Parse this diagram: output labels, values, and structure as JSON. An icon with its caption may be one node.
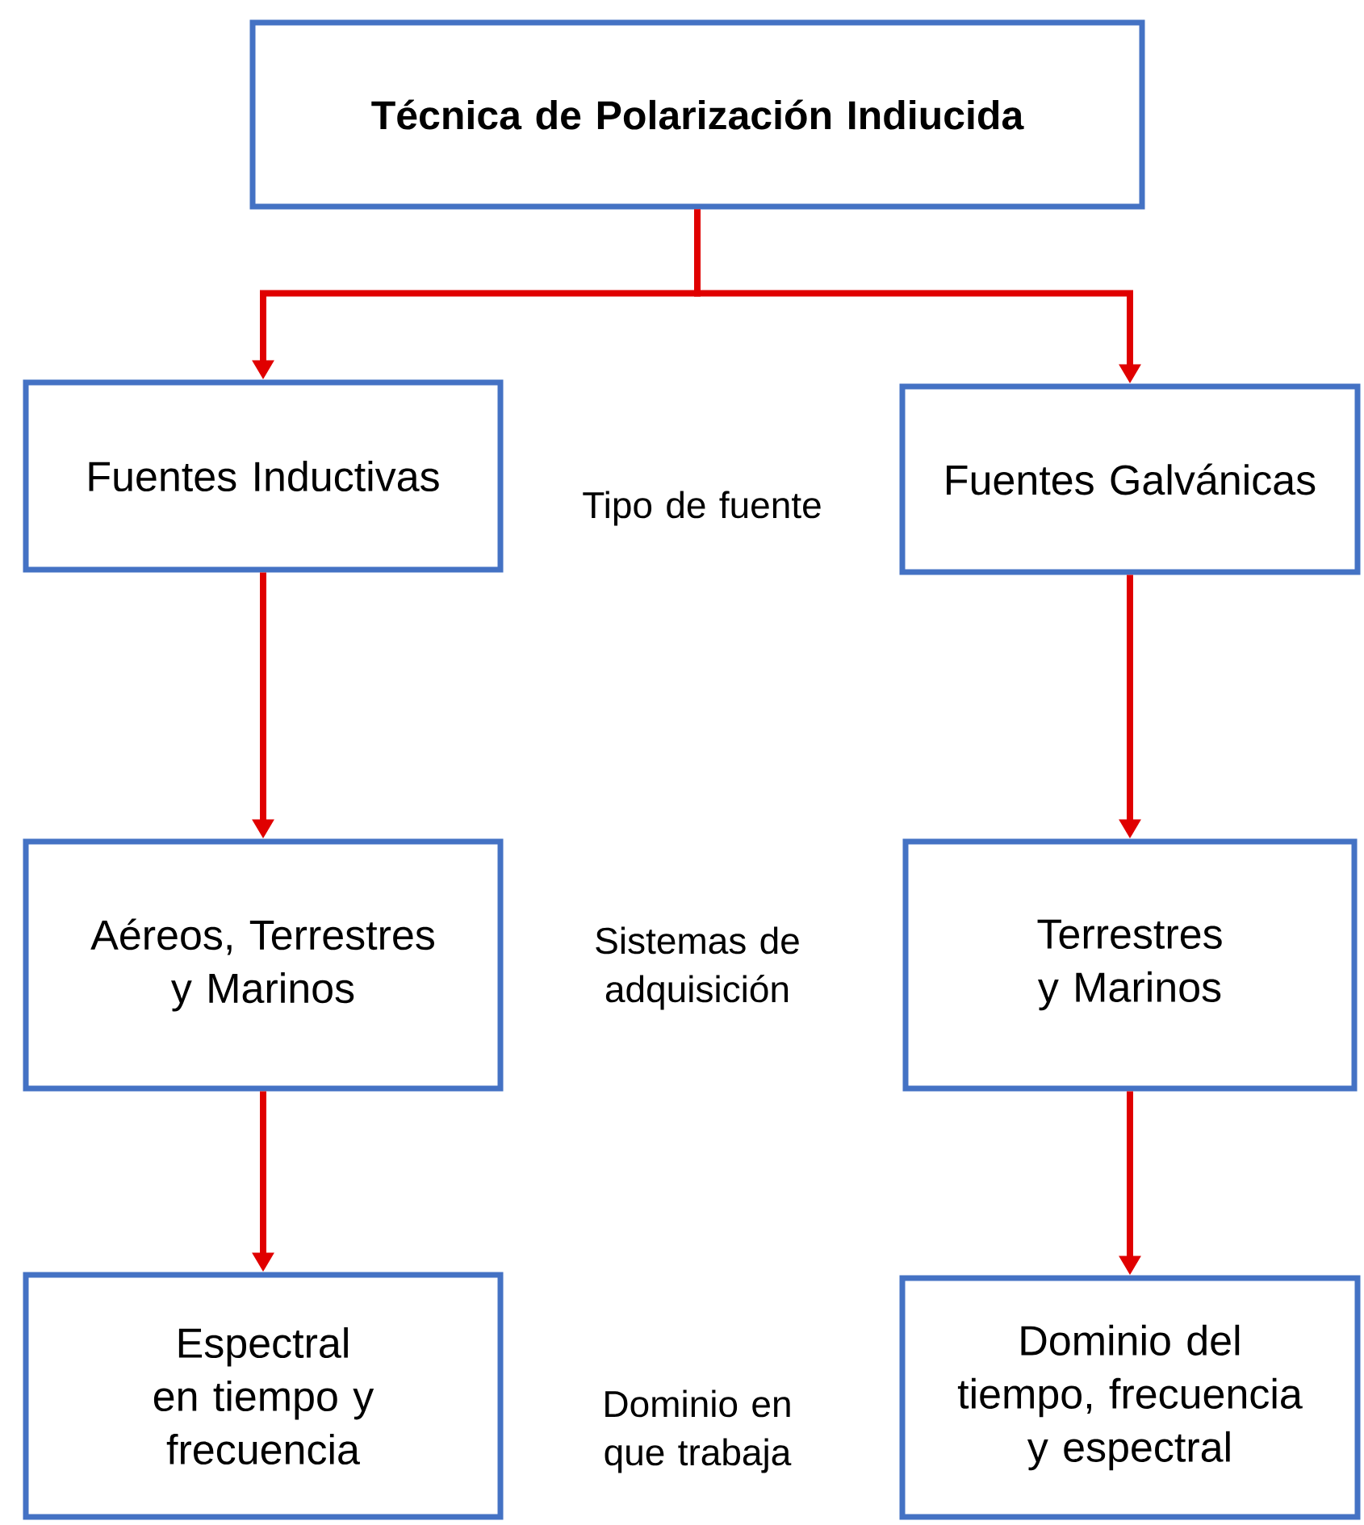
{
  "diagram": {
    "nodes": [
      {
        "text": [
          "Técnica de Polarización Indiucida"
        ]
      },
      {
        "text": [
          "Fuentes Inductivas"
        ]
      },
      {
        "text": [
          "Fuentes Galvánicas"
        ]
      },
      {
        "text": [
          "Aéreos, Terrestres y Marinos"
        ]
      },
      {
        "text": [
          "Terrestres y Marinos"
        ]
      },
      {
        "text": [
          "Espectral en tiempo y frecuencia"
        ]
      },
      {
        "text": [
          "Dominio del tiempo, frecuencia y espectral"
        ]
      }
    ],
    "edges": [
      {
        "from": 0,
        "to": 1,
        "arrow": "to"
      },
      {
        "from": 0,
        "to": 2,
        "arrow": "to"
      },
      {
        "from": 1,
        "to": 3,
        "arrow": "to"
      },
      {
        "from": 2,
        "to": 4,
        "arrow": "to"
      },
      {
        "from": 3,
        "to": 5,
        "arrow": "to"
      },
      {
        "from": 4,
        "to": 6,
        "arrow": "to"
      }
    ],
    "labels": [
      "Tipo de fuente",
      "Sistemas de adquisición",
      "Dominio en que trabaja"
    ]
  }
}
